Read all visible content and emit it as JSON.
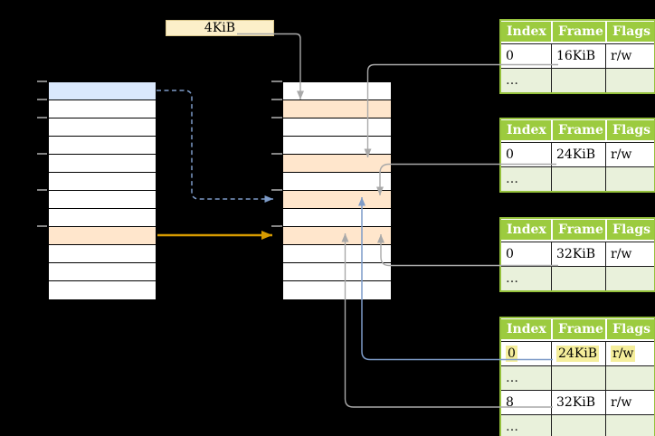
{
  "diagram": {
    "size_label": "4KiB",
    "left_column": {
      "row_count": 12,
      "blue_rows": [
        0
      ],
      "orange_rows": [
        8
      ]
    },
    "middle_column": {
      "row_count": 12,
      "blue_rows": [],
      "orange_rows": [
        1,
        4,
        6,
        8
      ]
    },
    "page_tables": [
      {
        "headers": [
          "Index",
          "Frame",
          "Flags"
        ],
        "rows": [
          {
            "cells": [
              "0",
              "16KiB",
              "r/w"
            ],
            "dots": false,
            "highlight": false
          },
          {
            "cells": [
              "…",
              "",
              ""
            ],
            "dots": true,
            "highlight": false
          }
        ]
      },
      {
        "headers": [
          "Index",
          "Frame",
          "Flags"
        ],
        "rows": [
          {
            "cells": [
              "0",
              "24KiB",
              "r/w"
            ],
            "dots": false,
            "highlight": false
          },
          {
            "cells": [
              "…",
              "",
              ""
            ],
            "dots": true,
            "highlight": false
          }
        ]
      },
      {
        "headers": [
          "Index",
          "Frame",
          "Flags"
        ],
        "rows": [
          {
            "cells": [
              "0",
              "32KiB",
              "r/w"
            ],
            "dots": false,
            "highlight": false
          },
          {
            "cells": [
              "…",
              "",
              ""
            ],
            "dots": true,
            "highlight": false
          }
        ]
      },
      {
        "headers": [
          "Index",
          "Frame",
          "Flags"
        ],
        "rows": [
          {
            "cells": [
              "0",
              "24KiB",
              "r/w"
            ],
            "dots": false,
            "highlight": true
          },
          {
            "cells": [
              "…",
              "",
              ""
            ],
            "dots": true,
            "highlight": false
          },
          {
            "cells": [
              "8",
              "32KiB",
              "r/w"
            ],
            "dots": false,
            "highlight": false
          },
          {
            "cells": [
              "…",
              "",
              ""
            ],
            "dots": true,
            "highlight": false
          }
        ]
      }
    ],
    "colors": {
      "row_blue": "#DAE8FC",
      "row_orange": "#FFE6CC",
      "label_cream": "#FCEFC9",
      "table_header_green": "#9CCB3F",
      "table_dots_green": "#E9F1DB",
      "highlight_yellow": "#F5EE9B",
      "arrow_gray": "#A9A9A9",
      "arrow_blue": "#7D9BC8",
      "arrow_orange": "#D79B00"
    }
  }
}
